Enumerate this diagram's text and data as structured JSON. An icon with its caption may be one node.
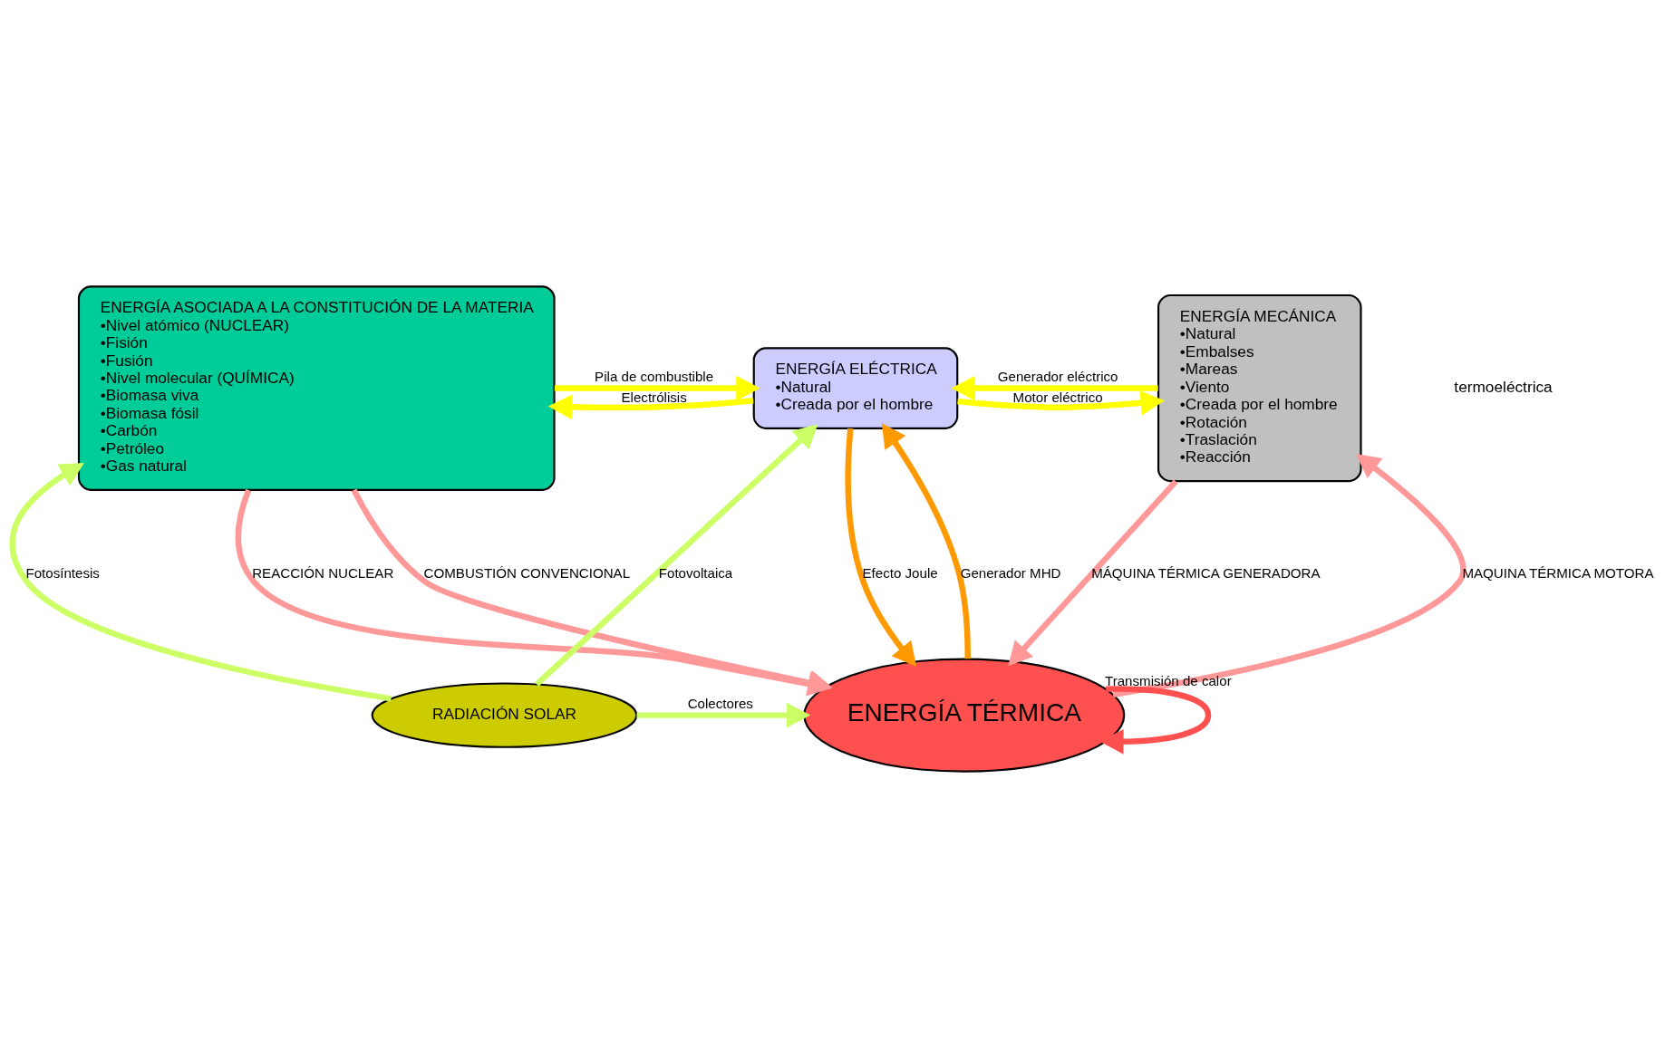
{
  "diagram": {
    "nodes": [
      {
        "text": [
          "ENERGÍA ASOCIADA A LA CONSTITUCIÓN DE LA MATERIA",
          "•Nivel atómico (NUCLEAR)",
          "•Fisión",
          "•Fusión",
          "•Nivel molecular (QUÍMICA)",
          "•Biomasa viva",
          "•Biomasa fósil",
          "•Carbón",
          "•Petróleo",
          "•Gas natural"
        ]
      },
      {
        "text": [
          "ENERGÍA ELÉCTRICA",
          "•Natural",
          "•Creada por el hombre"
        ]
      },
      {
        "text": [
          "ENERGÍA MECÁNICA",
          "•Natural",
          "•Embalses",
          "•Mareas",
          "•Viento",
          "•Creada por el hombre",
          "•Rotación",
          "•Traslación",
          "•Reacción"
        ]
      },
      {
        "text": [
          "ENERGÍA TÉRMICA"
        ]
      },
      {
        "text": [
          "RADIACIÓN SOLAR"
        ]
      }
    ],
    "edges": [
      {
        "from": 0,
        "to": 1,
        "arrow": "to",
        "label": "Pila de combustible",
        "color": "#ffff00"
      },
      {
        "from": 1,
        "to": 0,
        "arrow": "to",
        "label": "Electrólisis",
        "color": "#ffff00"
      },
      {
        "from": 1,
        "to": 2,
        "arrow": "to",
        "label": "Motor eléctrico",
        "color": "#ffff00"
      },
      {
        "from": 2,
        "to": 1,
        "arrow": "to",
        "label": "Generador eléctrico",
        "color": "#ffff00"
      },
      {
        "from": 3,
        "to": 1,
        "arrow": "to",
        "label": "Generador MHD",
        "color": "#ff9900"
      },
      {
        "from": 1,
        "to": 3,
        "arrow": "to",
        "label": "Efecto Joule",
        "color": "#ff9900"
      },
      {
        "from": 4,
        "to": 1,
        "arrow": "to",
        "label": "Fotovoltaica",
        "color": "#ccff66"
      },
      {
        "from": 4,
        "to": 0,
        "arrow": "to",
        "label": "Fotosíntesis",
        "color": "#ccff66"
      },
      {
        "from": 3,
        "to": 2,
        "arrow": "to",
        "label": "MAQUINA TÉRMICA MOTORA",
        "color": "#ff9999"
      },
      {
        "from": 2,
        "to": 3,
        "arrow": "to",
        "label": "MÁQUINA TÉRMICA GENERADORA",
        "color": "#ff9999"
      },
      {
        "from": 0,
        "to": 3,
        "arrow": "to",
        "label": "COMBUSTIÓN CONVENCIONAL",
        "color": "#ff9999"
      },
      {
        "from": 0,
        "to": 3,
        "arrow": "to",
        "label": "REACCIÓN NUCLEAR",
        "color": "#ff9999"
      },
      {
        "from": 4,
        "to": 3,
        "arrow": "to",
        "label": "Colectores",
        "color": "#ccff66"
      },
      {
        "from": 3,
        "to": 3,
        "arrow": "to",
        "label": "Transmisión de calor",
        "color": "#ff5050"
      }
    ],
    "labels": [
      "termoeléctrica"
    ]
  }
}
